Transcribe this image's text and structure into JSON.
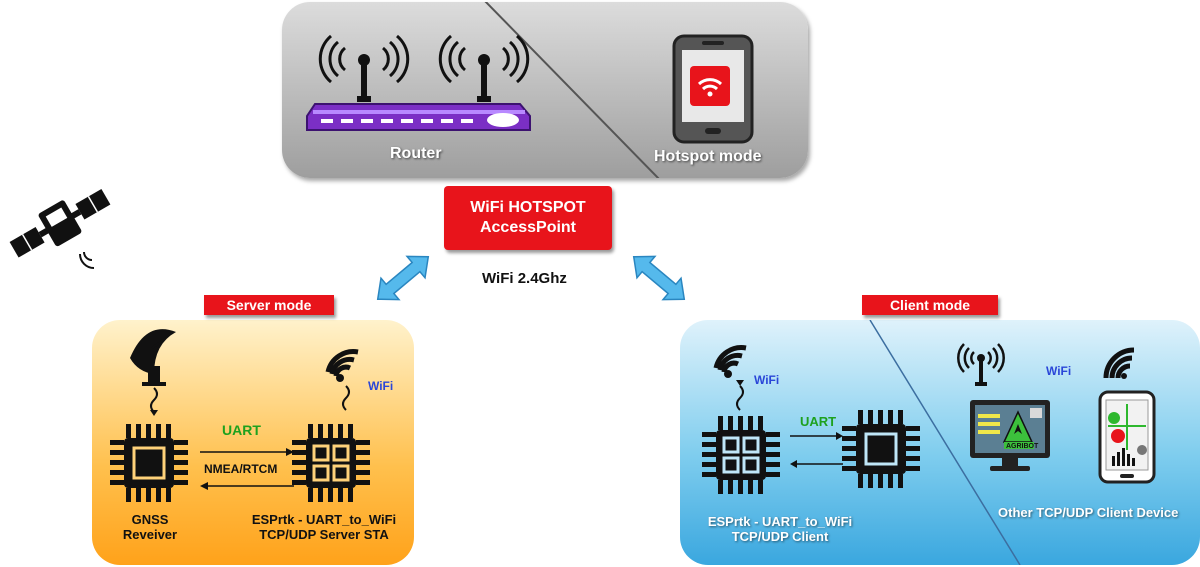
{
  "top": {
    "router_label": "Router",
    "hotspot_label": "Hotspot mode"
  },
  "hotspot_box": {
    "line1": "WiFi HOTSPOT",
    "line2": "AccessPoint"
  },
  "wifi_band": "WiFi 2.4Ghz",
  "server": {
    "mode_label": "Server mode",
    "uart_label": "UART",
    "nmea_label": "NMEA/RTCM",
    "wifi_label": "WiFi",
    "gnss_line1": "GNSS",
    "gnss_line2": "Reveiver",
    "esp_line1": "ESPrtk - UART_to_WiFi",
    "esp_line2": "TCP/UDP Server STA"
  },
  "client": {
    "mode_label": "Client mode",
    "wifi_label_left": "WiFi",
    "uart_label": "UART",
    "wifi_label_right": "WiFi",
    "esp_line1": "ESPrtk - UART_to_WiFi",
    "esp_line2": "TCP/UDP Client",
    "other_label": "Other TCP/UDP Client Device",
    "monitor_brand": "AGRIBOT"
  },
  "colors": {
    "red": "#e8141b",
    "uart_green": "#1ea11e",
    "wifi_blue": "#2a46d8",
    "arrow_blue": "#55b9ec",
    "router_purple": "#7b2fc5"
  }
}
